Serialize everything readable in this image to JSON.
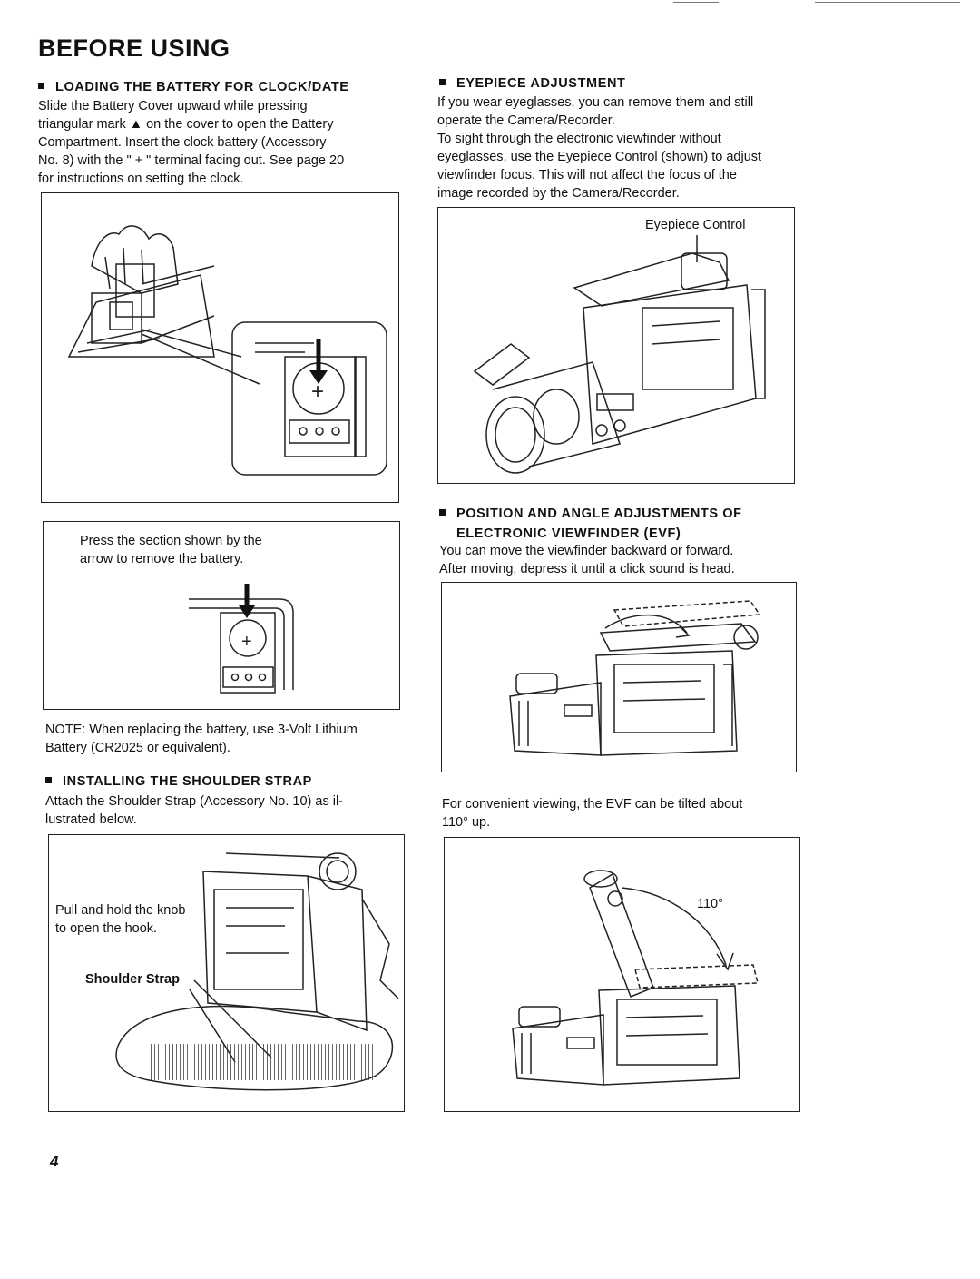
{
  "page": {
    "title": "BEFORE USING",
    "page_number": "4"
  },
  "loading_battery": {
    "heading": "LOADING THE BATTERY FOR CLOCK/DATE",
    "lines": [
      "Slide the Battery Cover upward while pressing",
      "triangular mark ▲ on the cover to open the Battery",
      "Compartment. Insert the clock battery (Accessory",
      "No. 8) with the \" + \" terminal facing out. See page 20",
      "for instructions on setting the clock."
    ],
    "remove_caption": [
      "Press the section shown by the",
      "arrow to remove the battery."
    ],
    "note": [
      "NOTE: When replacing the battery, use 3-Volt Lithium",
      "Battery (CR2025 or equivalent)."
    ]
  },
  "shoulder_strap": {
    "heading": "INSTALLING THE SHOULDER STRAP",
    "lines": [
      "Attach the Shoulder Strap (Accessory No. 10) as il-",
      "lustrated below."
    ],
    "callout_knob": [
      "Pull and hold the knob",
      "to open the hook."
    ],
    "callout_strap": "Shoulder Strap"
  },
  "eyepiece": {
    "heading": "EYEPIECE ADJUSTMENT",
    "lines": [
      "If you wear eyeglasses, you can remove them and still",
      "operate the Camera/Recorder.",
      "To sight through the electronic viewfinder without",
      "eyeglasses, use the Eyepiece Control (shown) to adjust",
      "viewfinder focus. This will not affect the focus of the",
      "image recorded by the Camera/Recorder."
    ],
    "callout": "Eyepiece Control"
  },
  "evf": {
    "heading_line1": "POSITION AND ANGLE ADJUSTMENTS OF",
    "heading_line2": "ELECTRONIC VIEWFINDER (EVF)",
    "lines": [
      "You can move the viewfinder backward or forward.",
      "After moving, depress it until a click sound is head."
    ],
    "tilt_lines": [
      "For convenient viewing, the EVF can be tilted about",
      "110° up."
    ],
    "angle_label": "110°"
  }
}
